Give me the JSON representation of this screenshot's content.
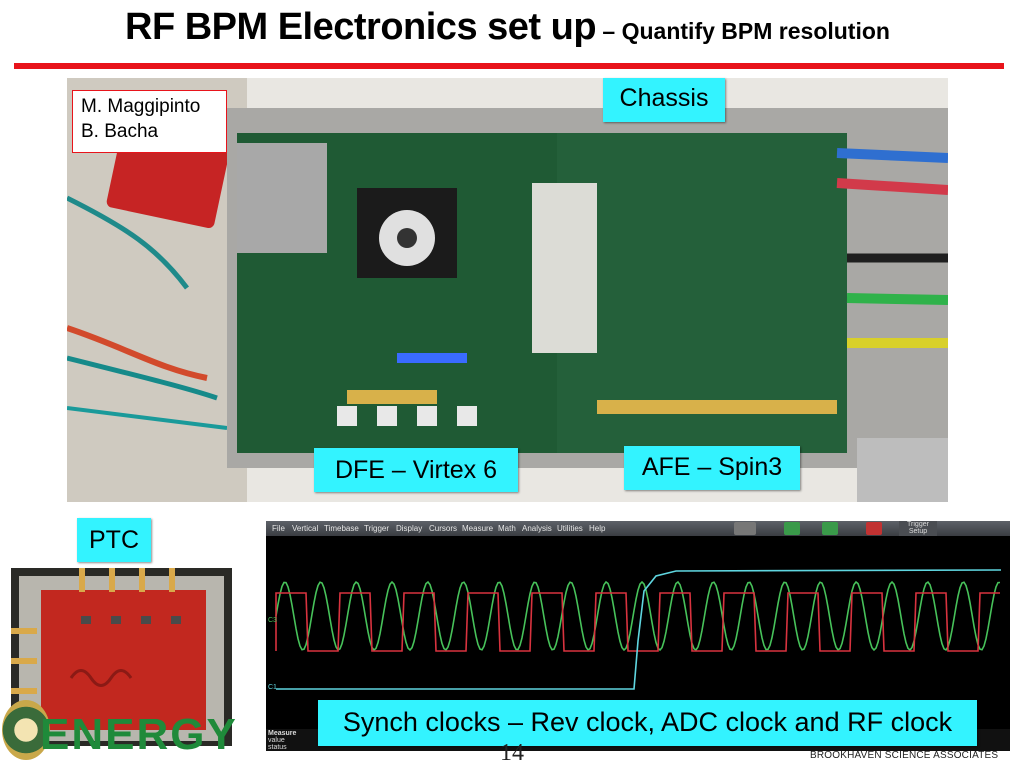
{
  "slide": {
    "title_main": "RF BPM Electronics set up",
    "title_sub": " – Quantify BPM resolution",
    "page_number": "14",
    "footer_org": "BROOKHAVEN SCIENCE ASSOCIATES",
    "footer_logo_text": "ENERGY"
  },
  "labels": {
    "authors_line1": "M. Maggipinto",
    "authors_line2": "B. Bacha",
    "chassis": "Chassis",
    "dfe": "DFE – Virtex 6",
    "afe": "AFE – Spin3",
    "ptc": "PTC",
    "synch": "Synch clocks – Rev clock, ADC clock and RF clock"
  },
  "scope": {
    "menu": [
      "File",
      "Vertical",
      "Timebase",
      "Trigger",
      "Display",
      "Cursors",
      "Measure",
      "Math",
      "Analysis",
      "Utilities",
      "Help"
    ],
    "trigger_label": "Trigger Setup",
    "bottom_labels": [
      "Measure",
      "value",
      "status"
    ],
    "ch_labels": [
      "C3",
      "C1"
    ],
    "colors": {
      "green": "#47c25a",
      "red": "#d9333f",
      "cyan": "#5fd6e0"
    }
  },
  "colors": {
    "red_bar": "#e8141b",
    "label_bg": "#33f3ff",
    "pcb_green": "#1f5a34",
    "ptc_red": "#c2281f"
  }
}
